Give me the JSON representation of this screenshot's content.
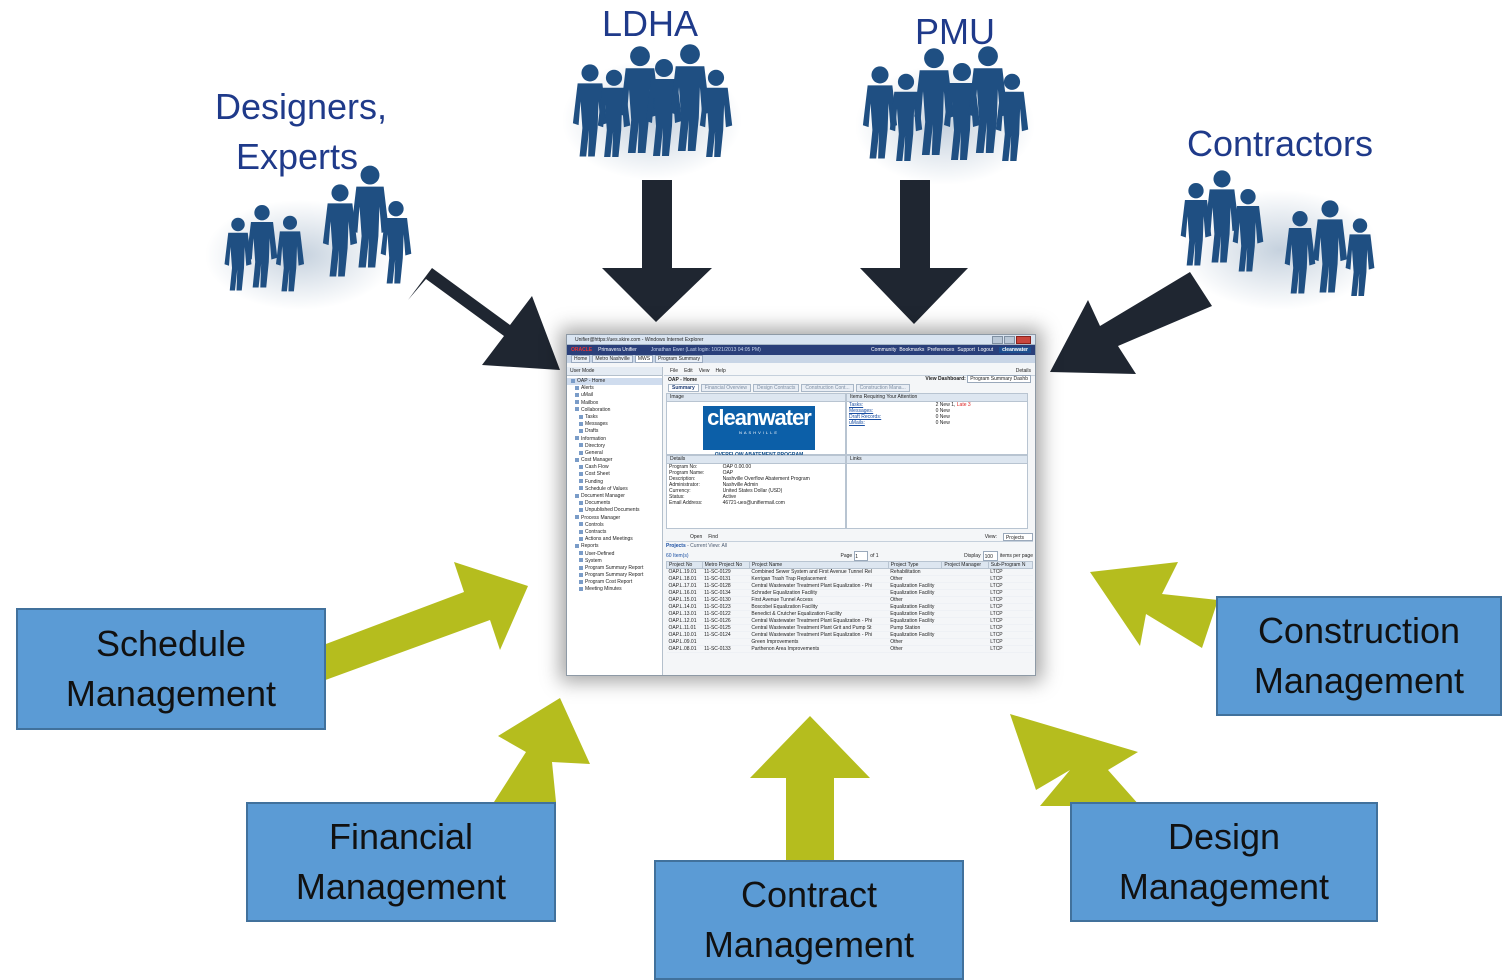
{
  "groups": {
    "designers": "Designers,\nExperts",
    "ldha": "LDHA",
    "pmu": "PMU",
    "contractors": "Contractors"
  },
  "modules": {
    "schedule": [
      "Schedule",
      "Management"
    ],
    "financial": [
      "Financial",
      "Management"
    ],
    "contract": [
      "Contract",
      "Management"
    ],
    "design": [
      "Design",
      "Management"
    ],
    "construction": [
      "Construction",
      "Management"
    ]
  },
  "colors": {
    "label_text": "#1f3a8a",
    "dark_arrow": "#1f2631",
    "green_arrow": "#b5bd1e",
    "box_fill": "#5b9bd5",
    "box_border": "#41719c",
    "people": "#1f4f82"
  },
  "screenshot": {
    "window_title": "Unifier@https://ues.skire.com - Windows Internet Explorer",
    "oracle": "ORACLE",
    "product": "Primavera Unifier",
    "user": "Jonathan Ewer (Last login: 10/21/2013 04:05 PM)",
    "top_links": [
      "Community",
      "Bookmarks",
      "Preferences",
      "Support",
      "Logout"
    ],
    "brand": "cleanwater",
    "tabs": [
      "Home",
      "Metro Nashville",
      "MWS",
      "Program Summary"
    ],
    "user_mode": "User Mode",
    "nav": [
      "OAP - Home",
      "Alerts",
      "uMail",
      "Mailbox",
      "Collaboration",
      "Tasks",
      "Messages",
      "Drafts",
      "Information",
      "Directory",
      "General",
      "Cost Manager",
      "Cash Flow",
      "Cost Sheet",
      "Funding",
      "Schedule of Values",
      "Document Manager",
      "Documents",
      "Unpublished Documents",
      "Process Manager",
      "Controls",
      "Contracts",
      "Actions and Meetings",
      "Reports",
      "User-Defined",
      "System",
      "Program Summary Report",
      "Program Summary Report",
      "Program Cost Report",
      "Meeting Minutes"
    ],
    "menu": [
      "File",
      "Edit",
      "View",
      "Help"
    ],
    "details_btn": "Details",
    "crumb": "OAP - Home",
    "view_dashboard": "View Dashboard:",
    "view_dashboard_value": "Program Summary Dashb",
    "subtabs": [
      "Summary",
      "Financial Overview",
      "Design Contracts",
      "Construction Cont...",
      "Construction Mana..."
    ],
    "image_panel": "Image",
    "logo_big": "cleanwater",
    "logo_sub": "NASHVILLE",
    "logo_prog": "OVERFLOW ABATEMENT PROGRAM",
    "attention_panel": "Items Requiring Your Attention",
    "attention": [
      {
        "k": "Tasks:",
        "v": "2  New  1,",
        "late": "Late  3"
      },
      {
        "k": "Messages:",
        "v": "0  New",
        "late": ""
      },
      {
        "k": "Draft Records:",
        "v": "0  New",
        "late": ""
      },
      {
        "k": "uMails:",
        "v": "0  New",
        "late": ""
      }
    ],
    "details_panel": "Details",
    "details": [
      {
        "k": "Program No:",
        "v": "OAP 0.00.00"
      },
      {
        "k": "Program Name:",
        "v": "OAP"
      },
      {
        "k": "Description:",
        "v": "Nashville Overflow Abatement Program"
      },
      {
        "k": "Administrator:",
        "v": "Nashville Admin"
      },
      {
        "k": "Currency:",
        "v": "United States Dollar (USD)"
      },
      {
        "k": "Status:",
        "v": "Active"
      },
      {
        "k": "Email Address:",
        "v": "46721-ues@unifiermail.com"
      }
    ],
    "links_panel": "Links",
    "toolbar": [
      "Open",
      "Find"
    ],
    "view_label": "View:",
    "view_value": "Projects",
    "projects_title": "Projects",
    "current_view": "- Current View: All",
    "items_count": "60 Item(s)",
    "page_label": "Page",
    "page_value": "1",
    "page_of": "of 1",
    "display_label": "Display",
    "display_value": "100",
    "per_page": "items per page",
    "columns": [
      "Project No",
      "Metro Project No",
      "Project Name",
      "Project Type",
      "Project Manager",
      "Sub-Program N"
    ],
    "rows": [
      [
        "OAP.L.19.01",
        "11-SC-0129",
        "Combined Sewer System and First Avenue Tunnel Rel",
        "Rehabilitation",
        "",
        "LTCP"
      ],
      [
        "OAP.L.18.01",
        "11-SC-0131",
        "Kerrigan Trash Trap Replacement",
        "Other",
        "",
        "LTCP"
      ],
      [
        "OAP.L.17.01",
        "11-SC-0128",
        "Central Wastewater Treatment Plant Equalization - Phi",
        "Equalization Facility",
        "",
        "LTCP"
      ],
      [
        "OAP.L.16.01",
        "11-SC-0134",
        "Schrader Equalization Facility",
        "Equalization Facility",
        "",
        "LTCP"
      ],
      [
        "OAP.L.15.01",
        "11-SC-0130",
        "First Avenue Tunnel Access",
        "Other",
        "",
        "LTCP"
      ],
      [
        "OAP.L.14.01",
        "11-SC-0123",
        "Boscobel Equalization Facility",
        "Equalization Facility",
        "",
        "LTCP"
      ],
      [
        "OAP.L.13.01",
        "11-SC-0122",
        "Benedict & Crutcher Equalization Facility",
        "Equalization Facility",
        "",
        "LTCP"
      ],
      [
        "OAP.L.12.01",
        "11-SC-0126",
        "Central Wastewater Treatment Plant Equalization - Phi",
        "Equalization Facility",
        "",
        "LTCP"
      ],
      [
        "OAP.L.11.01",
        "11-SC-0125",
        "Central Wastewater Treatment Plant Grit and Pump St",
        "Pump Station",
        "",
        "LTCP"
      ],
      [
        "OAP.L.10.01",
        "11-SC-0124",
        "Central Wastewater Treatment Plant Equalization - Phi",
        "Equalization Facility",
        "",
        "LTCP"
      ],
      [
        "OAP.L.09.01",
        "",
        "Green Improvements",
        "Other",
        "",
        "LTCP"
      ],
      [
        "OAP.L.08.01",
        "11-SC-0133",
        "Parthenon Area Improvements",
        "Other",
        "",
        "LTCP"
      ]
    ]
  }
}
